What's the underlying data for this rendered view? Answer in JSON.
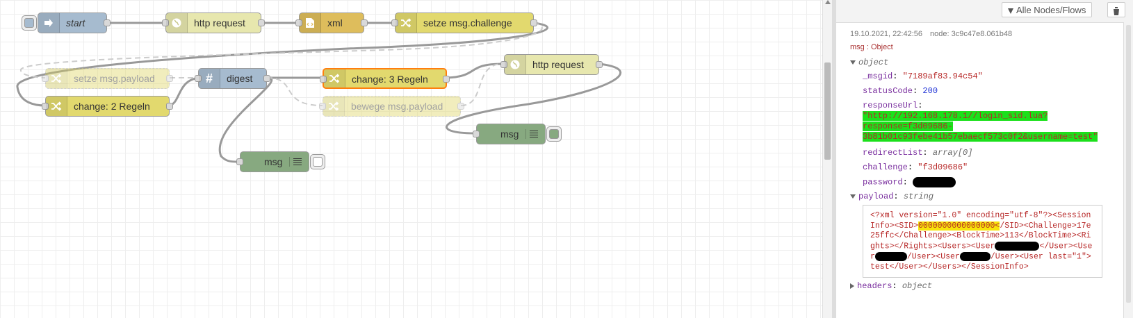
{
  "flow": {
    "nodes": [
      {
        "id": "start",
        "label": "start",
        "italic": true,
        "color": "#a6bbcf",
        "icon": "arrow-in-icon"
      },
      {
        "id": "http1",
        "label": "http request",
        "color": "#e7e7ae",
        "icon": "globe-icon"
      },
      {
        "id": "xml",
        "label": "xml",
        "color": "#debd5c",
        "icon": "file-code-icon"
      },
      {
        "id": "setze_challenge",
        "label": "setze msg.challenge",
        "color": "#e2d96e",
        "icon": "shuffle-icon"
      },
      {
        "id": "setze_payload",
        "label": "setze msg.payload",
        "color": "#e2d96e",
        "icon": "shuffle-icon",
        "disabled": true
      },
      {
        "id": "digest",
        "label": "digest",
        "color": "#a6bbcf",
        "icon": "hash-icon"
      },
      {
        "id": "change3",
        "label": "change: 3 Regeln",
        "color": "#e2d96e",
        "icon": "shuffle-icon",
        "selected": true
      },
      {
        "id": "http2",
        "label": "http request",
        "color": "#e7e7ae",
        "icon": "globe-icon"
      },
      {
        "id": "change2",
        "label": "change: 2 Regeln",
        "color": "#e2d96e",
        "icon": "shuffle-icon"
      },
      {
        "id": "bewege",
        "label": "bewege msg.payload",
        "color": "#e2d96e",
        "icon": "shuffle-icon",
        "disabled": true
      },
      {
        "id": "msg1",
        "label": "msg",
        "color": "#87a980",
        "icon": "list-icon"
      },
      {
        "id": "msg2",
        "label": "msg",
        "color": "#87a980",
        "icon": "list-icon"
      }
    ]
  },
  "sidebar": {
    "filter_button": "Alle Nodes/Flows",
    "delete_icon": "trash-icon",
    "message": {
      "timestamp": "19.10.2021, 22:42:56",
      "node": "node: 3c9c47e8.061b48",
      "topic": "msg : Object",
      "root_type": "object",
      "msgid_key": "_msgid",
      "msgid_val": "\"7189af83.94c54\"",
      "status_key": "statusCode",
      "status_val": "200",
      "url_key": "responseUrl",
      "url_line1": "\"http://192.168.178.1//login_sid.lua?",
      "url_line2": "response=f3d09686-",
      "url_line3": "3b81b01c93febe41b57ebaecf573c0f2&username=test\"",
      "redirect_key": "redirectList",
      "redirect_val": "array[0]",
      "challenge_key": "challenge",
      "challenge_val": "\"f3d09686\"",
      "password_key": "password",
      "payload_key": "payload",
      "payload_type": "string",
      "payload_a": "<?xml version=\"1.0\" encoding=\"utf-8\"?><SessionInfo><SID>",
      "payload_sid": "0000000000000000<",
      "payload_b": "/SID><Challenge>17e25ffc</Challenge><BlockTime>113</BlockTime><Rights></Rights><Users><User",
      "payload_c": "</User><User",
      "payload_d": "/User><User",
      "payload_e": "/User><User last=\"1\">test</User></Users></SessionInfo>",
      "headers_key": "headers",
      "headers_type": "object"
    }
  }
}
